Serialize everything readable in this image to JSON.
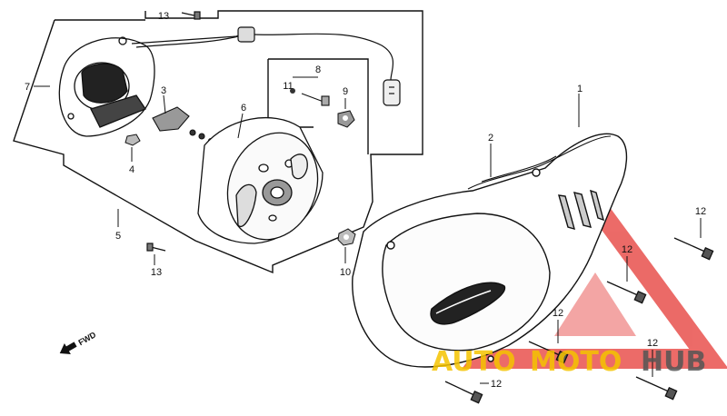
{
  "callouts": {
    "c1": "1",
    "c2": "2",
    "c3": "3",
    "c4": "4",
    "c5": "5",
    "c6": "6",
    "c7": "7",
    "c8": "8",
    "c9": "9",
    "c10": "10",
    "c11": "11",
    "c12a": "12",
    "c12b": "12",
    "c12c": "12",
    "c12d": "12",
    "c12e": "12",
    "c13a": "13",
    "c13b": "13"
  },
  "fwd_label": "FWD",
  "watermark": {
    "part1": "AUTO",
    "part2": "MOTO",
    "part3": "HUB",
    "colors": {
      "auto": "#f5c400",
      "moto": "#f5c400",
      "hub": "#555555",
      "triangle": "#e53935"
    }
  }
}
